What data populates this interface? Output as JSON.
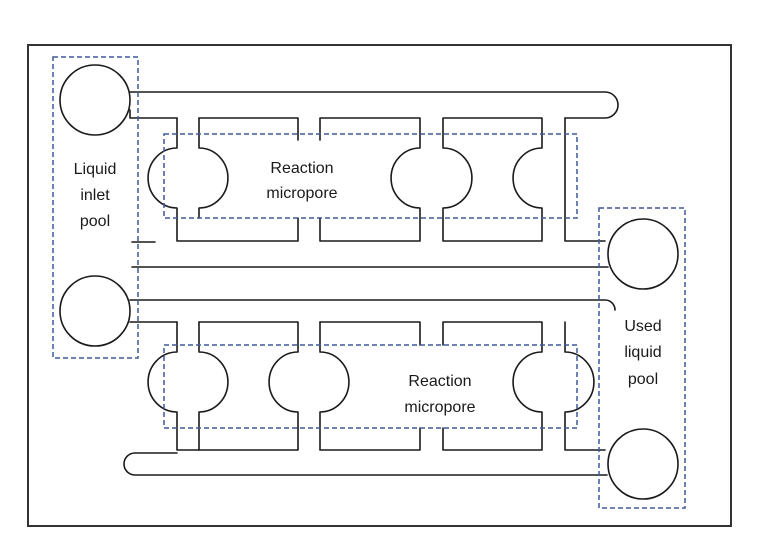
{
  "labels": {
    "inlet_pool": [
      "Liquid",
      "inlet",
      "pool"
    ],
    "reaction_top": [
      "Reaction",
      "micropore"
    ],
    "reaction_bottom": [
      "Reaction",
      "micropore"
    ],
    "used_pool": [
      "Used",
      "liquid",
      "pool"
    ]
  },
  "colors": {
    "line": "#1a1a1a",
    "frame": "#333333",
    "dashed_region": "#3d5a99"
  }
}
